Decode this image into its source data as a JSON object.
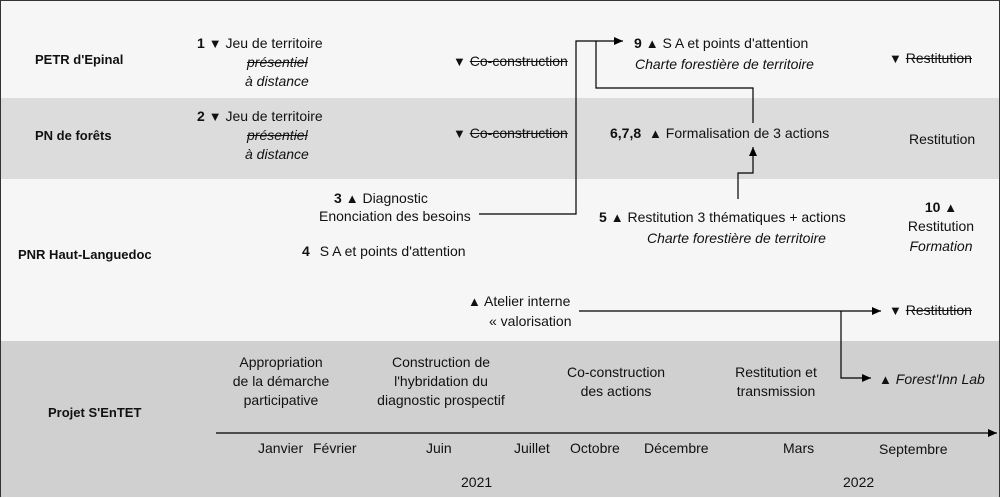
{
  "rows": {
    "petr": "PETR d'Epinal",
    "pn": "PN de forêts",
    "pnr": "PNR Haut-Languedoc",
    "projet": "Projet S'EnTET"
  },
  "symbols": {
    "down": "▼",
    "up": "▲"
  },
  "petr": {
    "jeu": {
      "num": "1",
      "text": "Jeu de territoire",
      "presentiel": "présentiel",
      "distance": "à distance"
    },
    "coconstruction": "Co-construction",
    "sa": {
      "num": "9",
      "text": "S A et points d'attention",
      "charte": "Charte forestière de territoire"
    },
    "restitution": "Restitution"
  },
  "pn": {
    "jeu": {
      "num": "2",
      "text": "Jeu de territoire",
      "presentiel": "présentiel",
      "distance": "à distance"
    },
    "coconstruction": "Co-construction",
    "formalisation": {
      "num": "6,7,8",
      "text": "Formalisation de 3 actions"
    },
    "restitution": "Restitution"
  },
  "pnr": {
    "diagnostic": {
      "num": "3",
      "line1": "Diagnostic",
      "line2": "Enonciation des besoins"
    },
    "sa": {
      "num": "4",
      "text": "S A et points d'attention"
    },
    "restitution3": {
      "num": "5",
      "text": "Restitution 3 thématiques + actions",
      "charte": "Charte forestière de territoire"
    },
    "restitution10": {
      "num": "10",
      "line1": "Restitution",
      "line2": "Formation"
    },
    "atelier": {
      "line1": "Atelier interne",
      "line2": "« valorisation"
    },
    "restitution": "Restitution"
  },
  "projet": {
    "phases": [
      {
        "line1": "Appropriation",
        "line2": "de la démarche",
        "line3": "participative"
      },
      {
        "line1": "Construction de",
        "line2": "l'hybridation du",
        "line3": "diagnostic prospectif"
      },
      {
        "line1": "Co-construction",
        "line2": "des actions"
      },
      {
        "line1": "Restitution et",
        "line2": "transmission"
      }
    ],
    "forest": "Forest'Inn Lab",
    "months": [
      "Janvier",
      "Février",
      "Juin",
      "Juillet",
      "Octobre",
      "Décembre",
      "Mars",
      "Septembre"
    ],
    "years": [
      "2021",
      "2022"
    ]
  }
}
